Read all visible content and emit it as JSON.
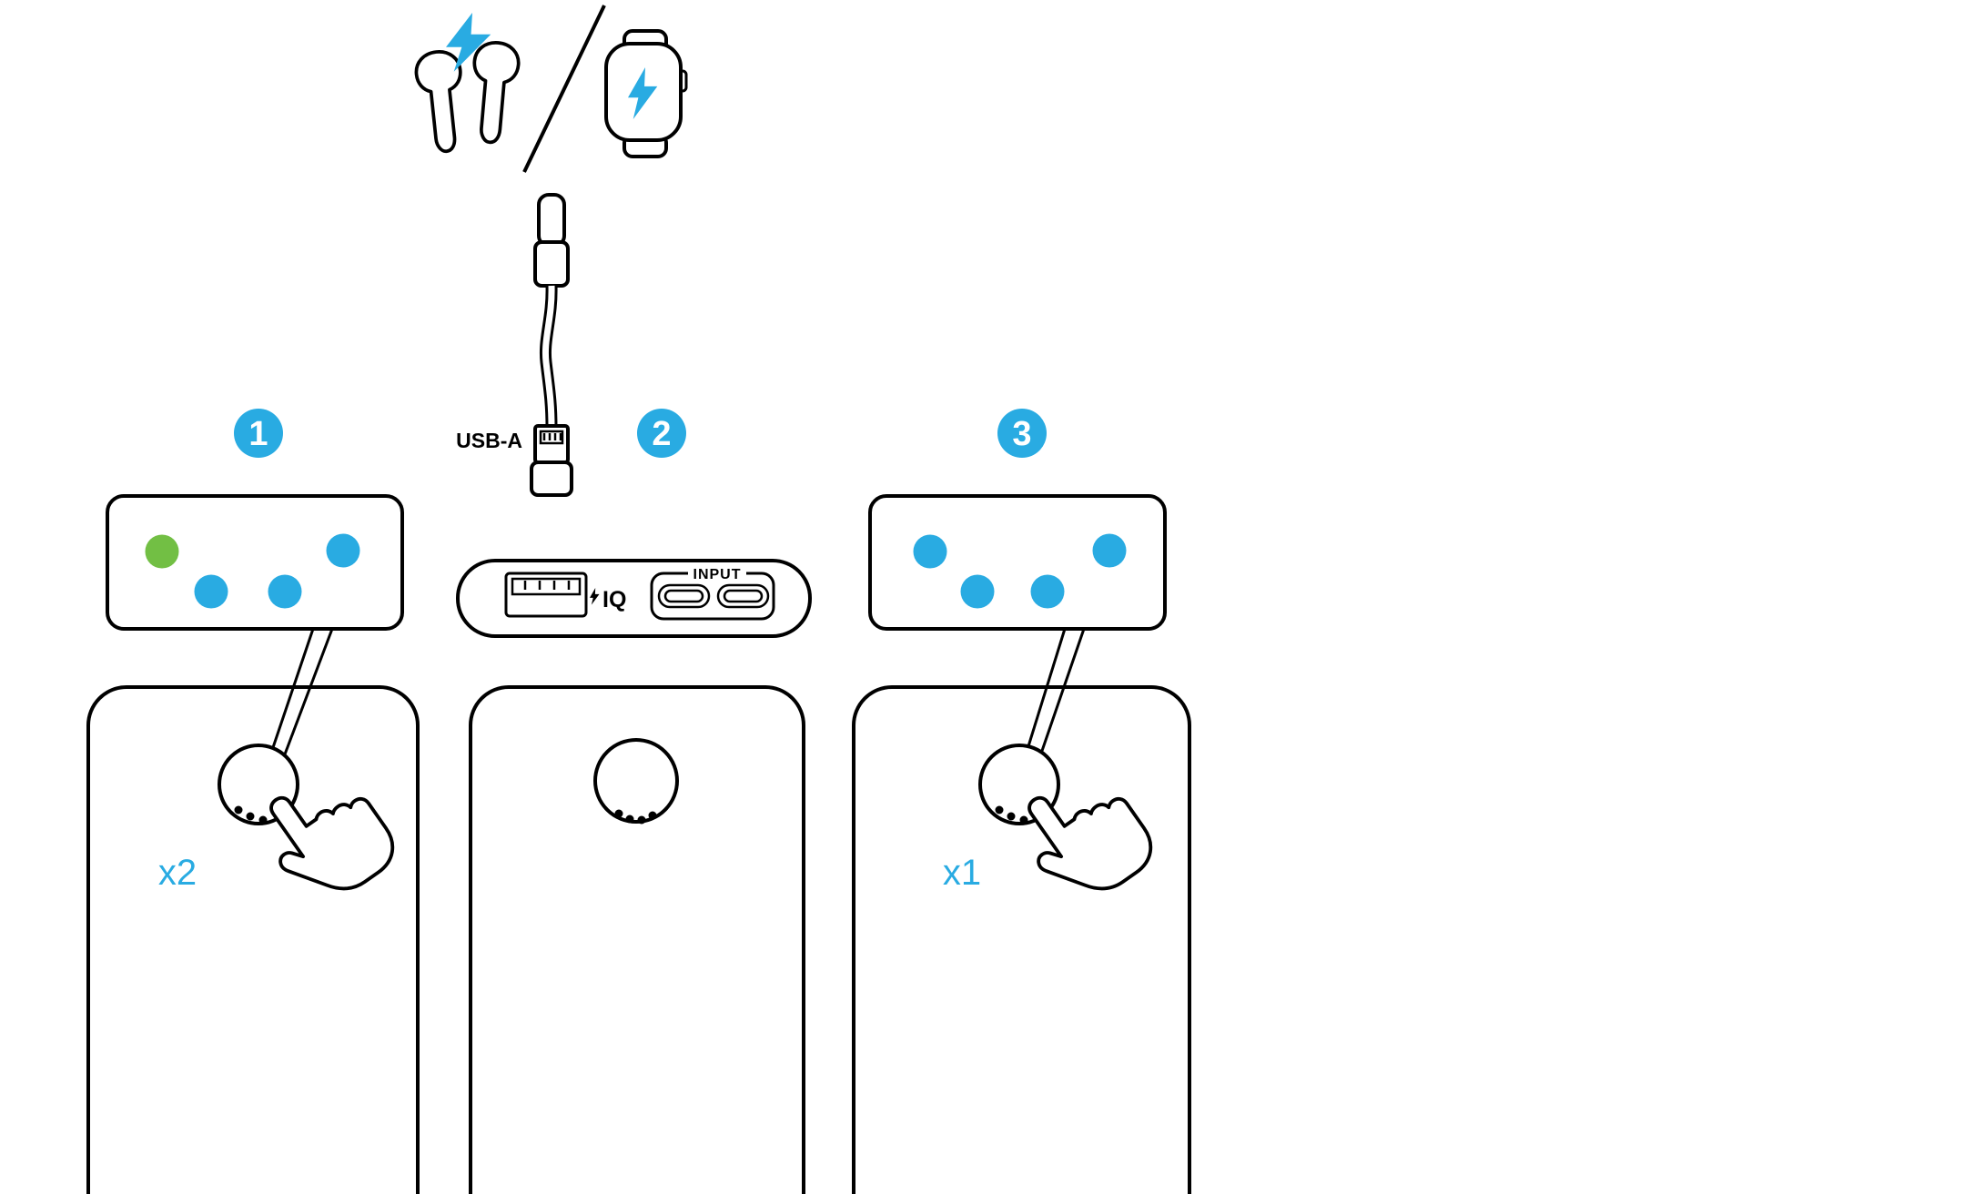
{
  "diagram": {
    "type": "power-bank-instruction-diagram",
    "background": "#ffffff"
  },
  "colors": {
    "blue": "#29abe2",
    "green": "#72bf44",
    "outline": "#000000"
  },
  "icons": [
    "wireless-earbuds-icon",
    "charging-bolt-icon",
    "slash-separator-icon",
    "smartwatch-icon",
    "lightning-connector-icon",
    "usb-a-connector-icon",
    "tap-hand-icon"
  ],
  "cable": {
    "label": "USB-A"
  },
  "steps": [
    {
      "number": "1"
    },
    {
      "number": "2"
    },
    {
      "number": "3"
    }
  ],
  "step1": {
    "press_count": "x2",
    "indicator_dots": [
      {
        "color": "#72bf44"
      },
      {
        "color": "#29abe2"
      },
      {
        "color": "#29abe2"
      },
      {
        "color": "#29abe2"
      }
    ]
  },
  "step2": {
    "iq_label": "IQ",
    "input_label": "INPUT"
  },
  "step3": {
    "press_count": "x1",
    "indicator_dots": [
      {
        "color": "#29abe2"
      },
      {
        "color": "#29abe2"
      },
      {
        "color": "#29abe2"
      },
      {
        "color": "#29abe2"
      }
    ]
  }
}
